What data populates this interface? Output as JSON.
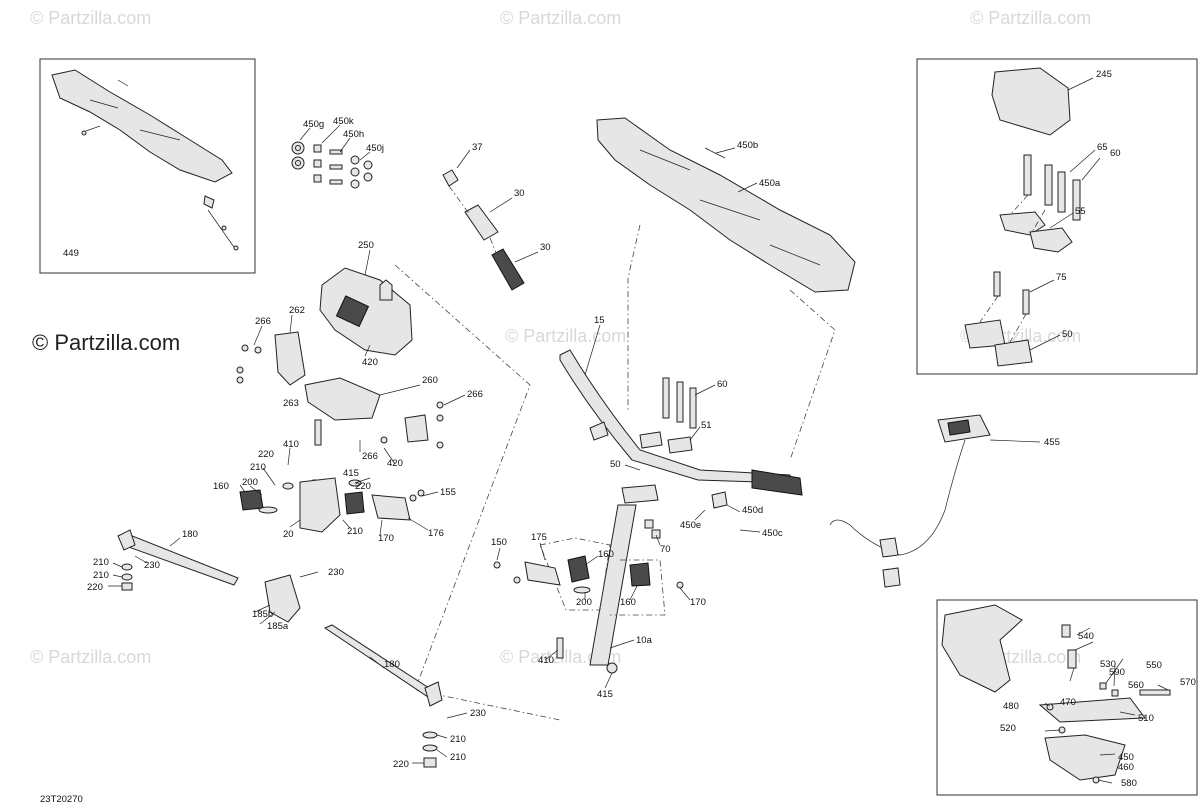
{
  "watermarks": {
    "text": "© Partzilla.com",
    "prominent": "© Partzilla.com"
  },
  "diagram_id": "23T20270",
  "callouts": {
    "c449": "449",
    "c450g": "450g",
    "c450k": "450k",
    "c450h": "450h",
    "c450j": "450j",
    "c37": "37",
    "c30a": "30",
    "c30b": "30",
    "c450b": "450b",
    "c450a": "450a",
    "c245": "245",
    "c65": "65",
    "c60r": "60",
    "c55": "55",
    "c75": "75",
    "c50r": "50",
    "c250": "250",
    "c266a": "266",
    "c262": "262",
    "c260": "260",
    "c263": "263",
    "c266b": "266",
    "c266c": "266",
    "c420a": "420",
    "c420b": "420",
    "c410a": "410",
    "c415a": "415",
    "c220a": "220",
    "c210a": "210",
    "c200a": "200",
    "c160a": "160",
    "c220b": "220",
    "c155": "155",
    "c20": "20",
    "c210b": "210",
    "c170a": "170",
    "c176": "176",
    "c15": "15",
    "c60": "60",
    "c51": "51",
    "c50": "50",
    "c450e": "450e",
    "c450d": "450d",
    "c450c": "450c",
    "c70": "70",
    "c150": "150",
    "c175": "175",
    "c160b": "160",
    "c200b": "200",
    "c160c": "160",
    "c170b": "170",
    "c10a": "10a",
    "c410b": "410",
    "c415b": "415",
    "c180a": "180",
    "c210c": "210",
    "c230a": "230",
    "c210d": "210",
    "c220c": "220",
    "c230b": "230",
    "c185b": "185b",
    "c185a": "185a",
    "c180b": "180",
    "c230c": "230",
    "c210e": "210",
    "c210f": "210",
    "c220d": "220",
    "c455": "455",
    "c540": "540",
    "c530": "530",
    "c560": "560",
    "c550": "550",
    "c590": "590",
    "c570": "570",
    "c470": "470",
    "c480": "480",
    "c520": "520",
    "c510": "510",
    "c450": "450",
    "c460": "460",
    "c580": "580"
  },
  "colors": {
    "part_fill": "#e6e6e6",
    "dark_fill": "#4a4a4a",
    "line": "#222222",
    "watermark": "#d8d8d8"
  }
}
